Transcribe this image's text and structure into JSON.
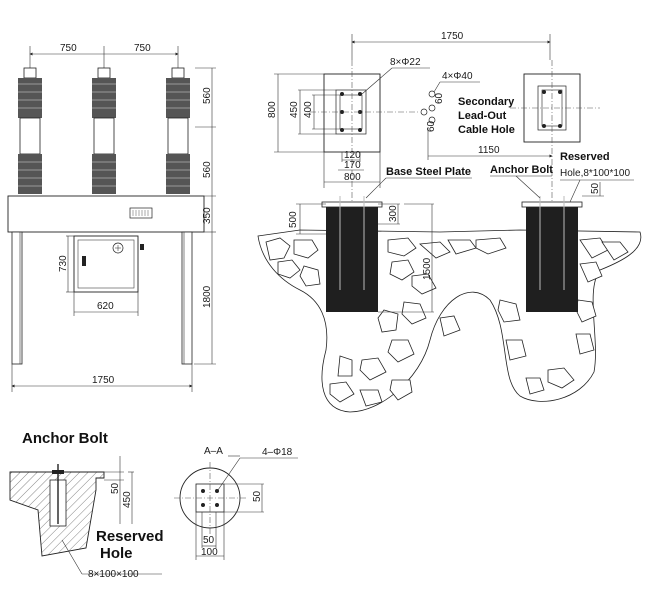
{
  "front_view": {
    "dims": {
      "top_left": "750",
      "top_right": "750",
      "upper_insulator": "560",
      "lower_insulator": "560",
      "tank": "350",
      "cabinet_height": "730",
      "cabinet_width": "620",
      "leg_height": "1800",
      "base_width": "1750"
    }
  },
  "plan_view": {
    "dims": {
      "overall": "1750",
      "holes": "8×Φ22",
      "cable_holes": "4×Φ40",
      "height_800": "800",
      "height_450": "450",
      "height_400": "400",
      "width_120": "120",
      "width_170": "170",
      "width_800": "800",
      "offset_1150": "1150",
      "small_60a": "60",
      "small_60b": "60"
    },
    "labels": {
      "secondary_1": "Secondary",
      "secondary_2": "Lead-Out",
      "secondary_3": "Cable Hole"
    }
  },
  "foundation_view": {
    "labels": {
      "base_plate": "Base Steel Plate",
      "anchor_bolt": "Anchor Bolt",
      "reserved_1": "Reserved",
      "reserved_2": "Hole,8*100*100"
    },
    "dims": {
      "depth_500": "500",
      "depth_300": "300",
      "depth_1500": "1500",
      "top_50": "50"
    }
  },
  "detail_anchor": {
    "title": "Anchor Bolt",
    "reserved_1": "Reserved",
    "reserved_2": "Hole",
    "dims": {
      "d50": "50",
      "d450": "450",
      "size": "8×100×100"
    }
  },
  "detail_aa": {
    "section": "A–A",
    "holes": "4–Φ18",
    "dims": {
      "v50": "50",
      "h50": "50",
      "h100": "100"
    }
  }
}
